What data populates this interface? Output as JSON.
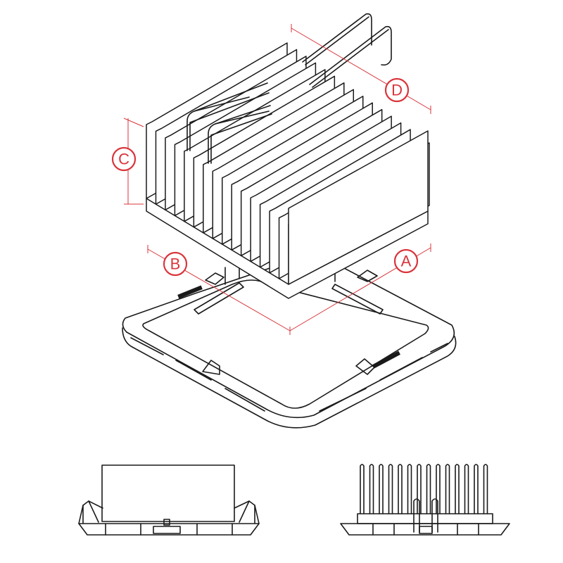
{
  "callouts": [
    {
      "id": "A",
      "label": "A"
    },
    {
      "id": "B",
      "label": "B"
    },
    {
      "id": "C",
      "label": "C"
    },
    {
      "id": "D",
      "label": "D"
    }
  ],
  "colors": {
    "callout": "#d9353b",
    "line": "#1a1a1a",
    "background": "#ffffff"
  },
  "views": [
    "isometric-view",
    "front-view",
    "side-view"
  ]
}
